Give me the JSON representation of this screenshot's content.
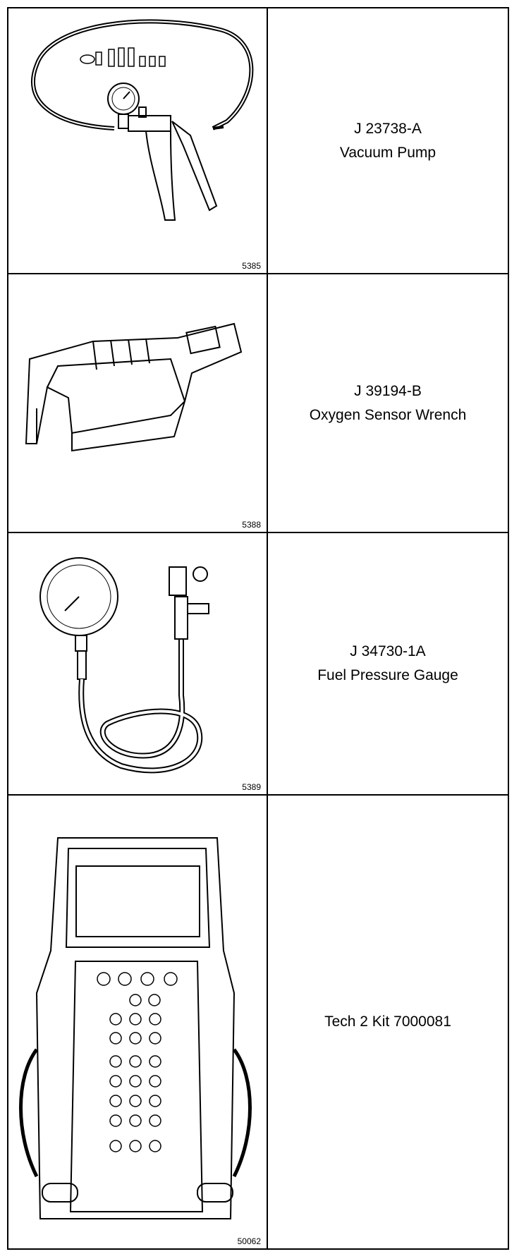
{
  "tools": [
    {
      "figure_number": "5385",
      "part_number": "J 23738-A",
      "name": "Vacuum Pump",
      "illustration": "vacuum-pump-illustration"
    },
    {
      "figure_number": "5388",
      "part_number": "J 39194-B",
      "name": "Oxygen Sensor Wrench",
      "illustration": "oxygen-sensor-wrench-illustration"
    },
    {
      "figure_number": "5389",
      "part_number": "J 34730-1A",
      "name": "Fuel Pressure Gauge",
      "illustration": "fuel-pressure-gauge-illustration"
    },
    {
      "figure_number": "50062",
      "part_number": "",
      "name": "Tech 2 Kit 7000081",
      "illustration": "tech2-scan-tool-illustration"
    }
  ]
}
